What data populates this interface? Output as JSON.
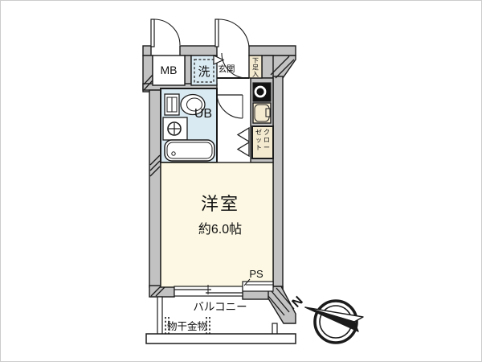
{
  "plan": {
    "labels": {
      "meter_box": "MB",
      "washing_machine": "洗",
      "entrance": "玄関",
      "shoe_cabinet": "下足入",
      "unit_bath": "UB",
      "closet_col_right": "クロー",
      "closet_col_left": "ゼット",
      "main_room_name": "洋室",
      "main_room_size": "約6.0帖",
      "pipe_space": "PS",
      "balcony": "バルコニー",
      "laundry_hardware": "物干金物",
      "compass_north": "N"
    }
  },
  "colors": {
    "wall": "#c2c2c2",
    "outline": "#1b1b1b",
    "room_floor": "#fcf8e3",
    "bath_floor": "#daeaf2",
    "fixture": "#f4ead0",
    "stove": "#111111"
  }
}
